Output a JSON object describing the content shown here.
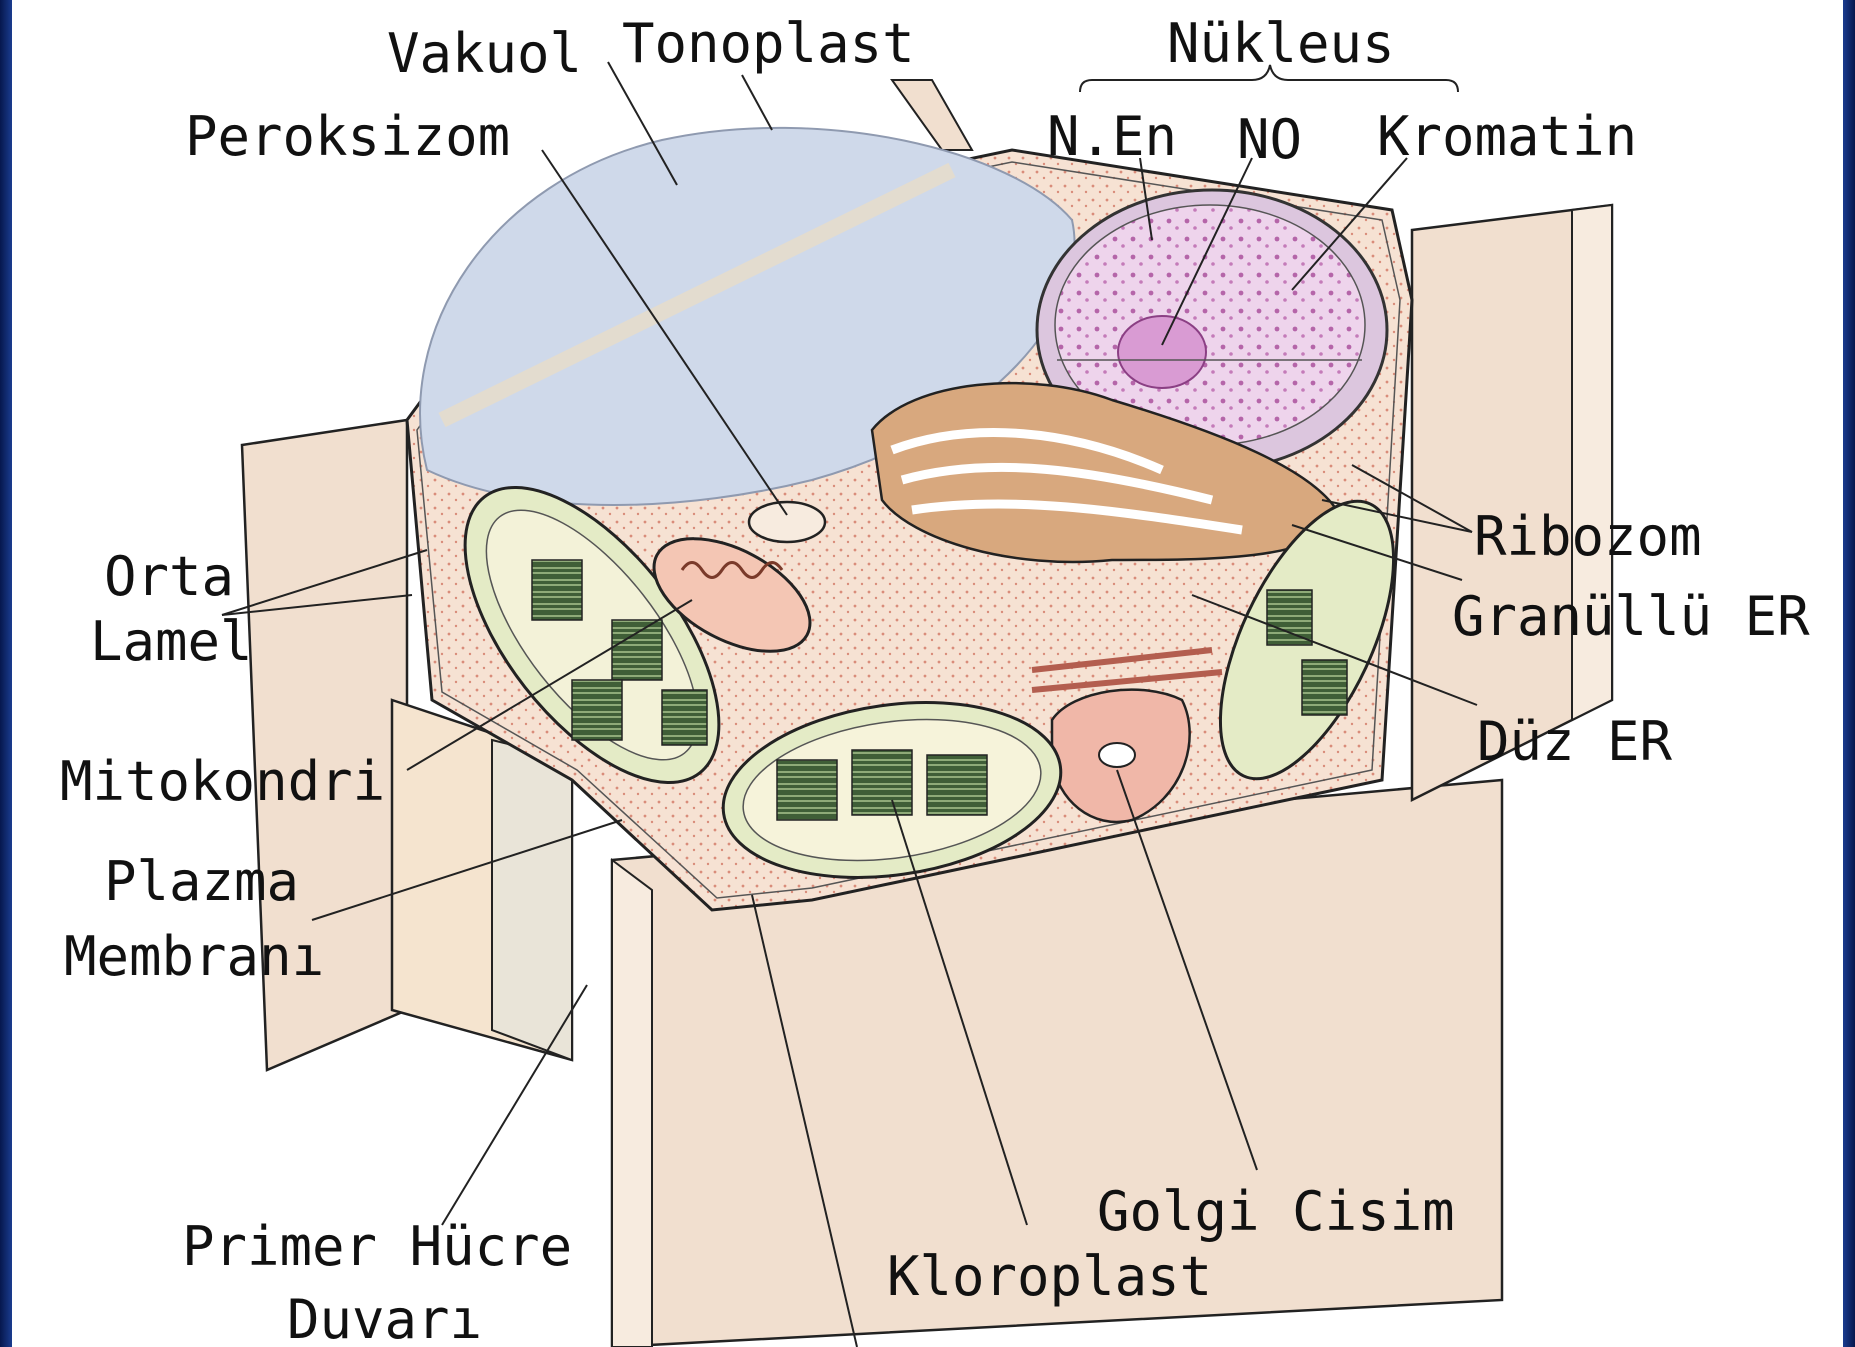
{
  "labels": {
    "vakuol": "Vakuol",
    "tonoplast": "Tonoplast",
    "nukleus": "Nükleus",
    "peroksizom": "Peroksizom",
    "n_en": "N.En",
    "no": "NO",
    "kromatin": "Kromatin",
    "orta": "Orta",
    "lamel": "Lamel",
    "ribozom": "Ribozom",
    "granullu_er": "Granüllü ER",
    "mitokondri": "Mitokondri",
    "duz_er": "Düz ER",
    "plazma": "Plazma",
    "membrani": "Membranı",
    "golgi": "Golgi Cisim",
    "kloroplast": "Kloroplast",
    "primer_hucre": "Primer Hücre",
    "duvari": "Duvarı"
  },
  "colors": {
    "wall": "#f1dfcf",
    "vacuole": "#cfd9ea",
    "cytoplasm": "#f6e2d3",
    "nucleus": "#e9c9e6",
    "chloroplast_outer": "#e4ebc6",
    "thylakoid": "#2f4a2c",
    "golgi": "#f0b7a8",
    "er": "#d8a87e",
    "background_frame": "#0b1f5c"
  }
}
